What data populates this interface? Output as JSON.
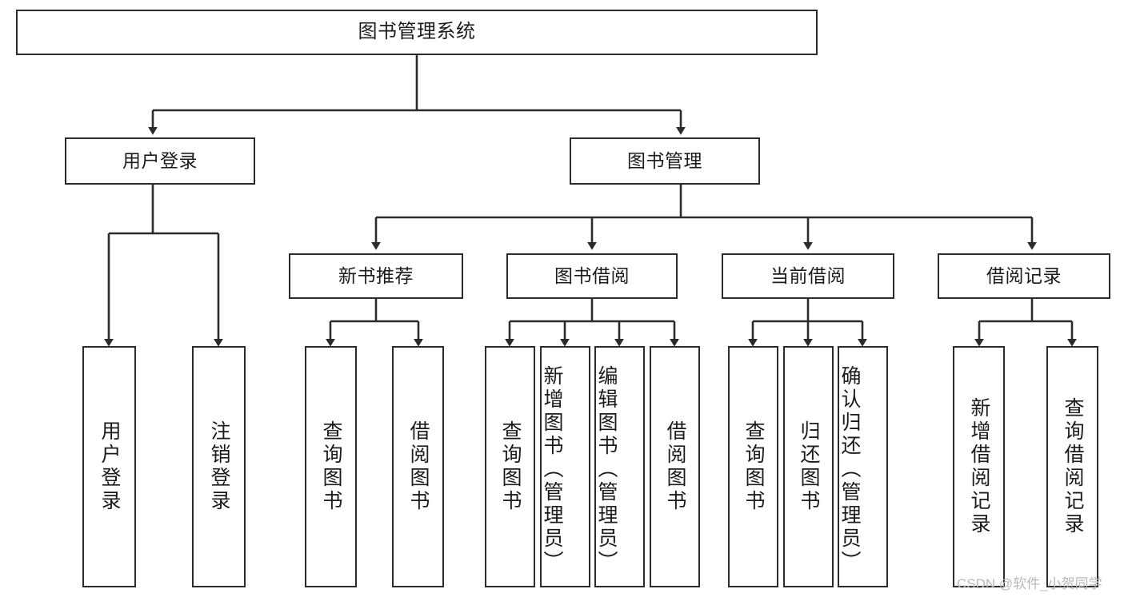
{
  "diagram": {
    "title": "图书管理系统",
    "type": "tree-hierarchy-chart",
    "watermark": "CSDN @软件_小贺同学",
    "colors": {
      "box_border": "#2b2b2b",
      "box_fill": "#ffffff",
      "connector": "#2b2b2b",
      "text": "#1b1b1b",
      "watermark": "#b9b9b9",
      "background": "#ffffff"
    },
    "nodes": {
      "root": {
        "label": "图书管理系统"
      },
      "level2": [
        {
          "id": "user-login",
          "label": "用户登录"
        },
        {
          "id": "book-management",
          "label": "图书管理"
        }
      ],
      "level3": [
        {
          "id": "new-book-recommend",
          "label": "新书推荐"
        },
        {
          "id": "book-borrow",
          "label": "图书借阅"
        },
        {
          "id": "current-borrow",
          "label": "当前借阅"
        },
        {
          "id": "borrow-record",
          "label": "借阅记录"
        }
      ],
      "leaves": {
        "user_login": [
          {
            "id": "leaf-user-login",
            "label": "用户登录"
          },
          {
            "id": "leaf-logout",
            "label": "注销登录"
          }
        ],
        "new_book_recommend": [
          {
            "id": "leaf-query-book-1",
            "label": "查询图书"
          },
          {
            "id": "leaf-borrow-book-1",
            "label": "借阅图书"
          }
        ],
        "book_borrow": [
          {
            "id": "leaf-query-book-2",
            "label": "查询图书"
          },
          {
            "id": "leaf-add-book",
            "label": "新增图书（管理员）"
          },
          {
            "id": "leaf-edit-book",
            "label": "编辑图书（管理员）"
          },
          {
            "id": "leaf-borrow-book-2",
            "label": "借阅图书"
          }
        ],
        "current_borrow": [
          {
            "id": "leaf-query-book-3",
            "label": "查询图书"
          },
          {
            "id": "leaf-return-book",
            "label": "归还图书"
          },
          {
            "id": "leaf-confirm-return",
            "label": "确认归还（管理员）"
          }
        ],
        "borrow_record": [
          {
            "id": "leaf-add-record",
            "label": "新增借阅记录"
          },
          {
            "id": "leaf-query-record",
            "label": "查询借阅记录"
          }
        ]
      }
    }
  }
}
